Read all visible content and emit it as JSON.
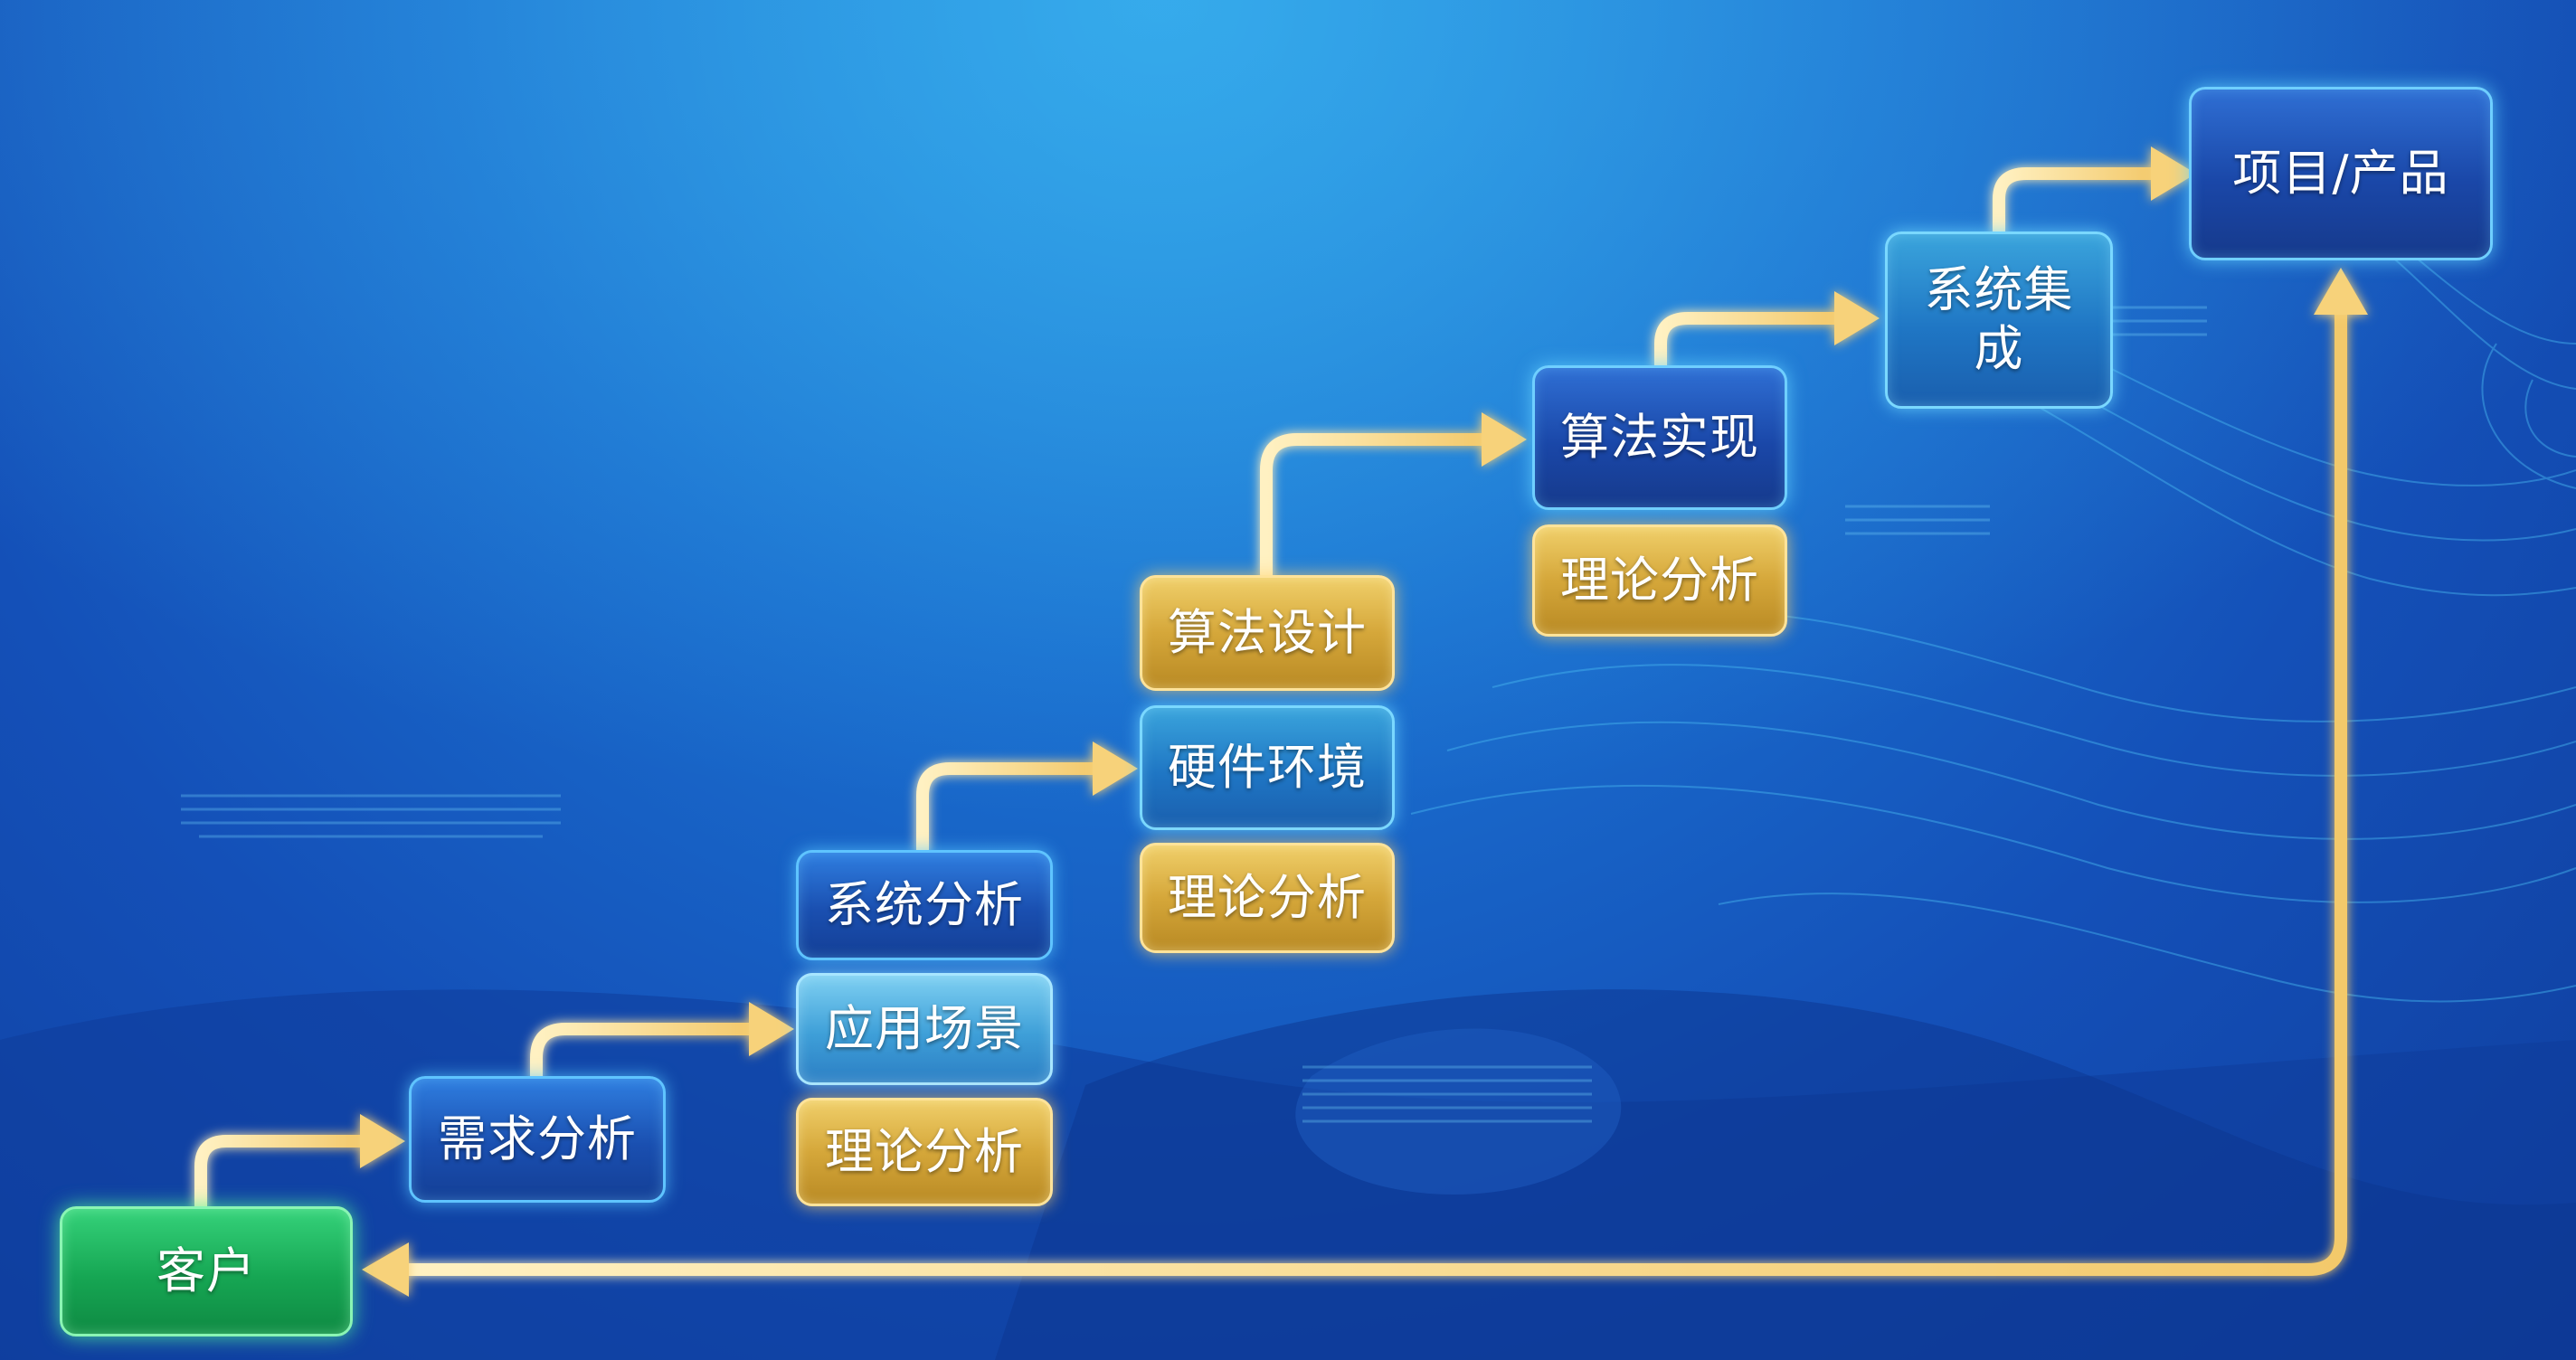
{
  "diagram": {
    "nodes": {
      "customer": "客户",
      "requirement_analysis": "需求分析",
      "system_analysis": "系统分析",
      "application_scenario": "应用场景",
      "theory_analysis_1": "理论分析",
      "algorithm_design": "算法设计",
      "hardware_environment": "硬件环境",
      "theory_analysis_2": "理论分析",
      "algorithm_implementation": "算法实现",
      "theory_analysis_3": "理论分析",
      "system_integration_line1": "系统集",
      "system_integration_line2": "成",
      "project_product": "项目/产品"
    },
    "colors": {
      "arrow": "#f3c96b",
      "green_node": "#16a653",
      "gold_node": "#d5a73a",
      "blue_node": "#1a4fb0"
    }
  }
}
